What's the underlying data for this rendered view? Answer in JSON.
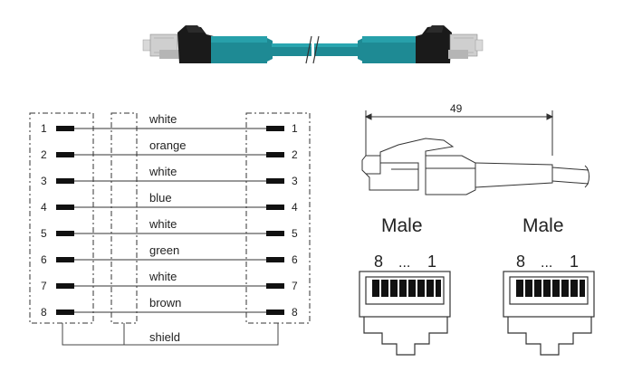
{
  "wiring": {
    "pins": [
      "1",
      "2",
      "3",
      "4",
      "5",
      "6",
      "7",
      "8"
    ],
    "wire_colors": [
      "white",
      "orange",
      "white",
      "blue",
      "white",
      "green",
      "white",
      "brown"
    ],
    "shield_label": "shield"
  },
  "dimension": {
    "length_label": "49"
  },
  "connectors": [
    {
      "title": "Male",
      "pin_range_start": "8",
      "pin_range_dots": "...",
      "pin_range_end": "1"
    },
    {
      "title": "Male",
      "pin_range_start": "8",
      "pin_range_dots": "...",
      "pin_range_end": "1"
    }
  ],
  "colors": {
    "cable": "#1e8a94",
    "cable_dark": "#166f78",
    "boot": "#1a1a1a",
    "plug_metal": "#c8c8c8",
    "line": "#333333"
  }
}
